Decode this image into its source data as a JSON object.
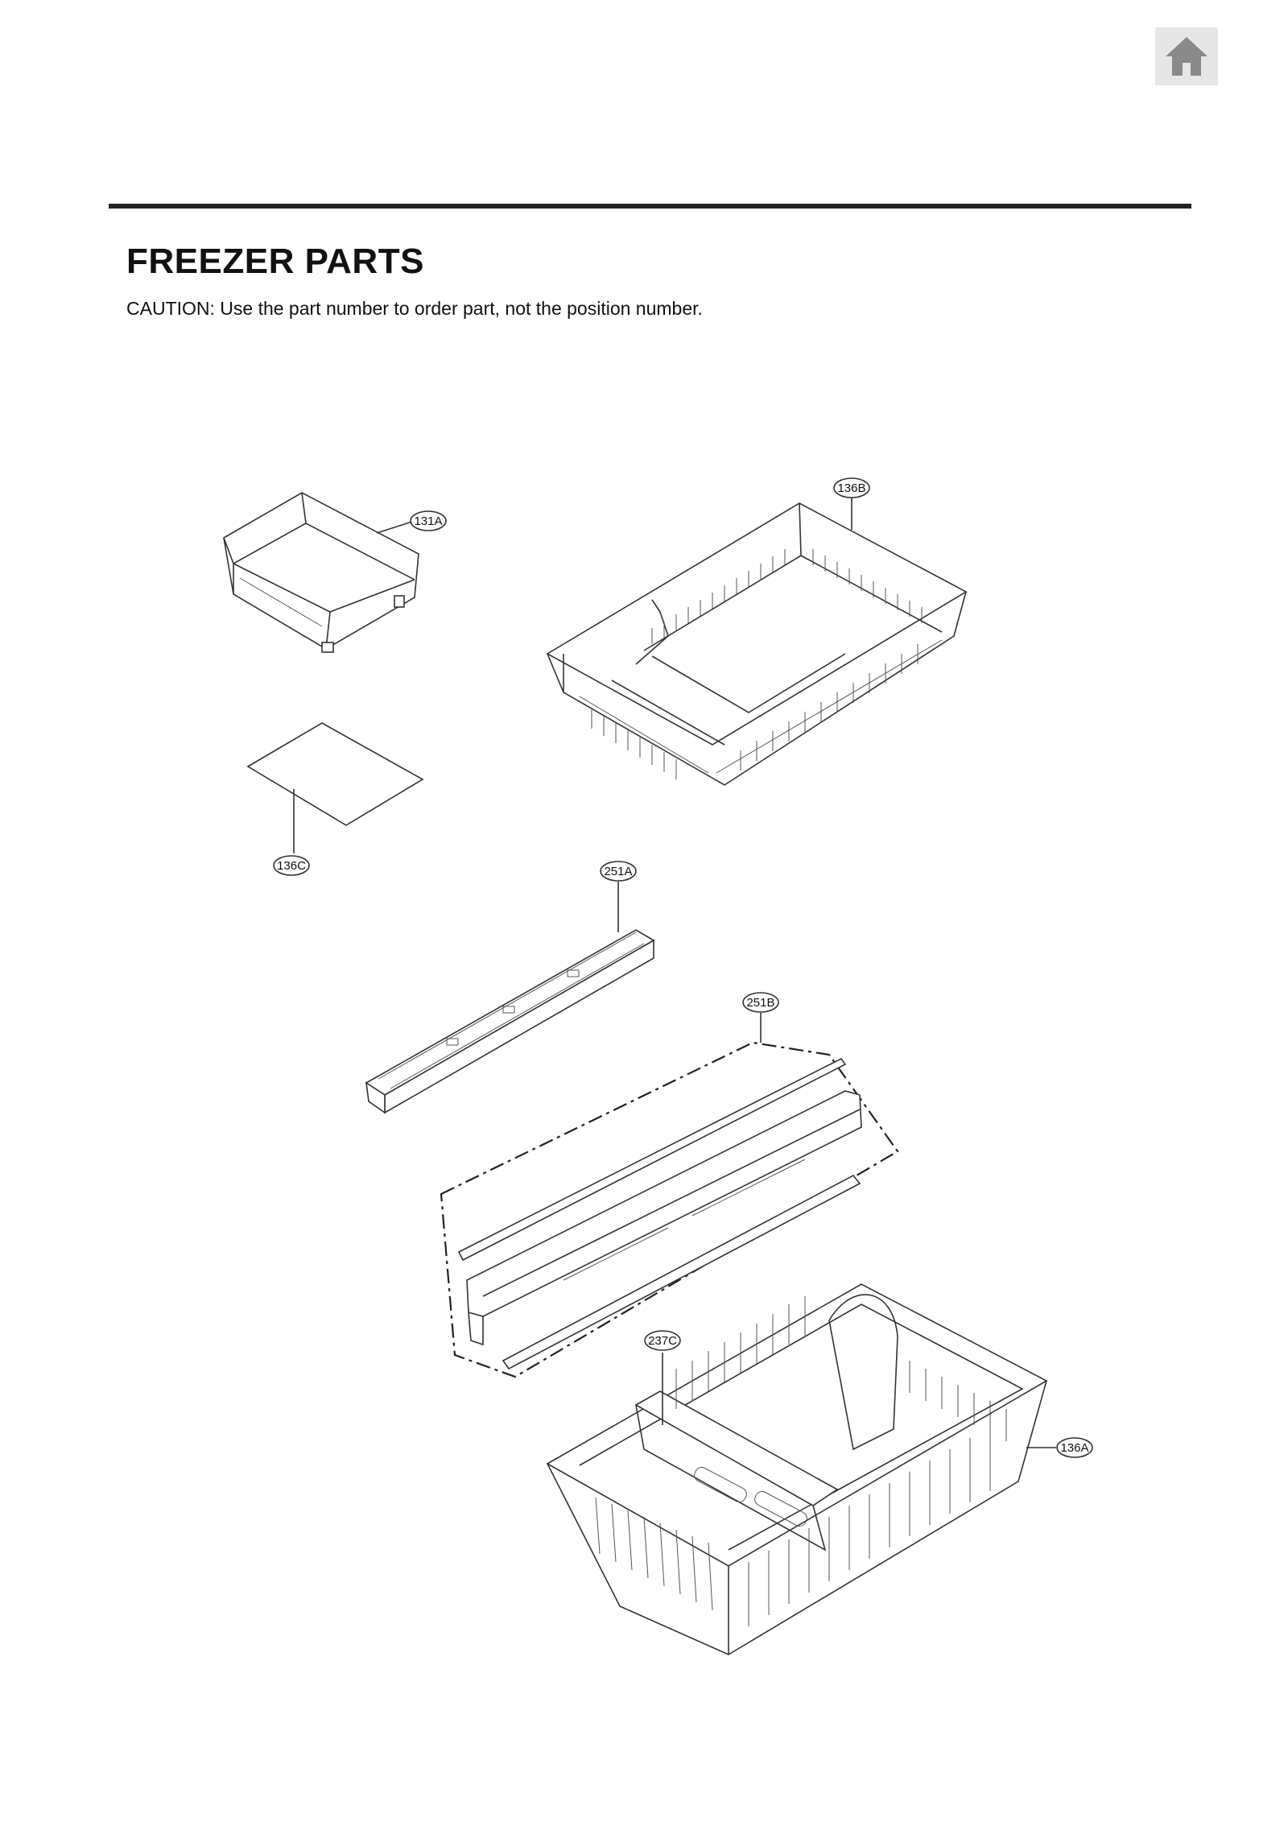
{
  "header": {
    "home_icon": "home-icon",
    "title": "FREEZER PARTS",
    "caution": "CAUTION: Use the part number to order part, not the position number."
  },
  "callouts": {
    "p131A": "131A",
    "p136B": "136B",
    "p136C": "136C",
    "p251A": "251A",
    "p251B": "251B",
    "p237C": "237C",
    "p136A": "136A"
  },
  "colors": {
    "line": "#333333",
    "rule": "#222222",
    "home_bg": "#e6e6e6",
    "home_icon": "#8a8a8a"
  }
}
